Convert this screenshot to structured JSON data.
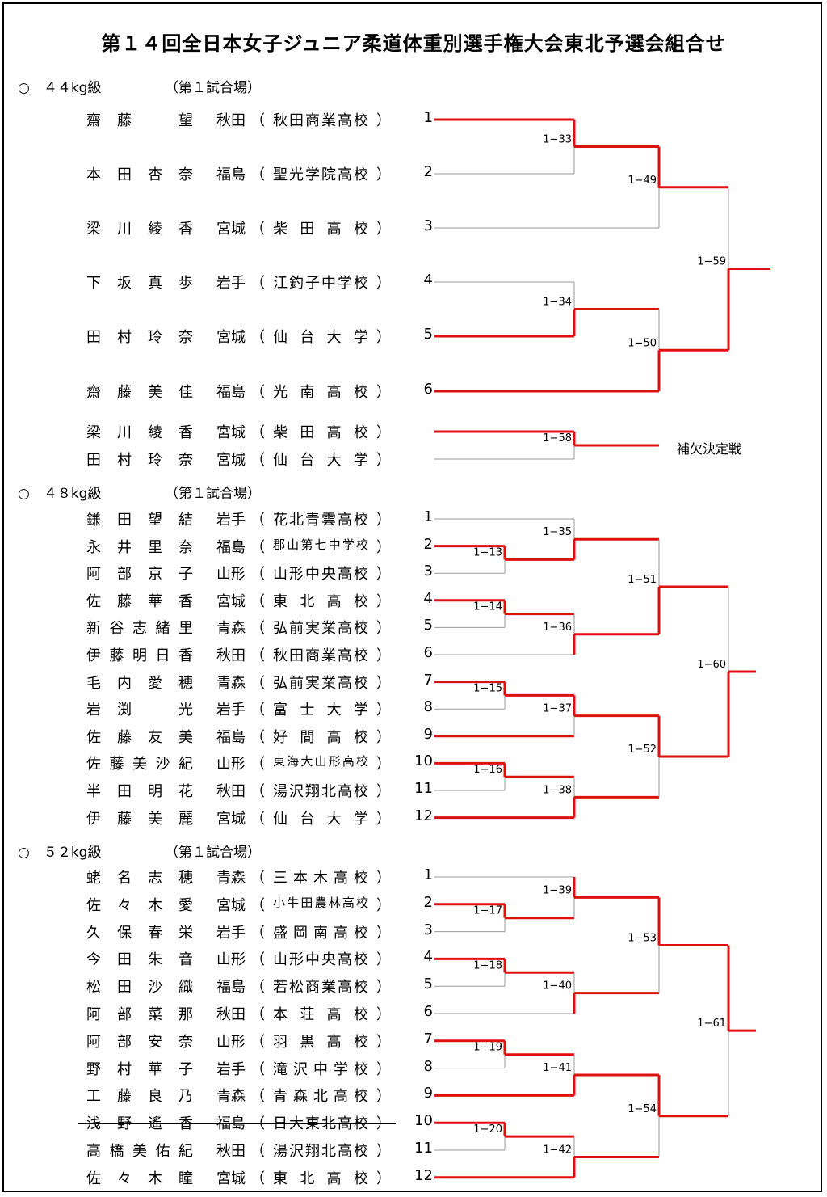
{
  "title": "第１４回全日本女子ジュニア柔道体重別選手権大会東北予選会組合せ",
  "sections": [
    {
      "label": "○　４４kg級",
      "venue": "（第１試合場）",
      "entries": [
        {
          "name": "齋藤望",
          "pref": "秋田",
          "school": "秋田商業高校",
          "no": "1"
        },
        {
          "name": "本田杏奈",
          "pref": "福島",
          "school": "聖光学院高校",
          "no": "2"
        },
        {
          "name": "梁川綾香",
          "pref": "宮城",
          "school": "柴田高校",
          "no": "3"
        },
        {
          "name": "下坂真歩",
          "pref": "岩手",
          "school": "江釣子中学校",
          "no": "4"
        },
        {
          "name": "田村玲奈",
          "pref": "宮城",
          "school": "仙台大学",
          "no": "5"
        },
        {
          "name": "齋藤美佳",
          "pref": "福島",
          "school": "光南高校",
          "no": "6"
        }
      ],
      "repechage": {
        "entries": [
          {
            "name": "梁川綾香",
            "pref": "宮城",
            "school": "柴田高校"
          },
          {
            "name": "田村玲奈",
            "pref": "宮城",
            "school": "仙台大学"
          }
        ],
        "match": "1−58",
        "label": "補欠決定戦"
      },
      "matches": [
        "1−33",
        "1−49",
        "1−59",
        "1−34",
        "1−50"
      ]
    },
    {
      "label": "○　４８kg級",
      "venue": "（第１試合場）",
      "entries": [
        {
          "name": "鎌田望結",
          "pref": "岩手",
          "school": "花北青雲高校",
          "no": "1"
        },
        {
          "name": "永井里奈",
          "pref": "福島",
          "school": "郡山第七中学校",
          "no": "2"
        },
        {
          "name": "阿部京子",
          "pref": "山形",
          "school": "山形中央高校",
          "no": "3"
        },
        {
          "name": "佐藤華香",
          "pref": "宮城",
          "school": "東北高校",
          "no": "4"
        },
        {
          "name": "新谷志緒里",
          "pref": "青森",
          "school": "弘前実業高校",
          "no": "5"
        },
        {
          "name": "伊藤明日香",
          "pref": "秋田",
          "school": "秋田商業高校",
          "no": "6"
        },
        {
          "name": "毛内愛穂",
          "pref": "青森",
          "school": "弘前実業高校",
          "no": "7"
        },
        {
          "name": "岩渕光",
          "pref": "岩手",
          "school": "富士大学",
          "no": "8"
        },
        {
          "name": "佐藤友美",
          "pref": "福島",
          "school": "好間高校",
          "no": "9"
        },
        {
          "name": "佐藤美沙紀",
          "pref": "山形",
          "school": "東海大山形高校",
          "no": "10"
        },
        {
          "name": "半田明花",
          "pref": "秋田",
          "school": "湯沢翔北高校",
          "no": "11"
        },
        {
          "name": "伊藤美麗",
          "pref": "宮城",
          "school": "仙台大学",
          "no": "12"
        }
      ],
      "matches": [
        "1−13",
        "1−35",
        "1−14",
        "1−36",
        "1−51",
        "1−60",
        "1−15",
        "1−37",
        "1−52",
        "1−16",
        "1−38"
      ]
    },
    {
      "label": "○　５２kg級",
      "venue": "（第１試合場）",
      "entries": [
        {
          "name": "蛯名志穂",
          "pref": "青森",
          "school": "三本木高校",
          "no": "1"
        },
        {
          "name": "佐々木愛",
          "pref": "宮城",
          "school": "小牛田農林高校",
          "no": "2"
        },
        {
          "name": "久保春栄",
          "pref": "岩手",
          "school": "盛岡南高校",
          "no": "3"
        },
        {
          "name": "今田朱音",
          "pref": "山形",
          "school": "山形中央高校",
          "no": "4"
        },
        {
          "name": "松田沙織",
          "pref": "福島",
          "school": "若松商業高校",
          "no": "5"
        },
        {
          "name": "阿部菜那",
          "pref": "秋田",
          "school": "本荘高校",
          "no": "6"
        },
        {
          "name": "阿部安奈",
          "pref": "山形",
          "school": "羽黒高校",
          "no": "7"
        },
        {
          "name": "野村華子",
          "pref": "岩手",
          "school": "滝沢中学校",
          "no": "8"
        },
        {
          "name": "工藤良乃",
          "pref": "青森",
          "school": "青森北高校",
          "no": "9"
        },
        {
          "name": "浅野遙香",
          "pref": "福島",
          "school": "日大東北高校",
          "no": "10",
          "withdrawn": true
        },
        {
          "name": "高橋美佑紀",
          "pref": "秋田",
          "school": "湯沢翔北高校",
          "no": "11"
        },
        {
          "name": "佐々木瞳",
          "pref": "宮城",
          "school": "東北高校",
          "no": "12"
        }
      ],
      "matches": [
        "1−17",
        "1−39",
        "1−18",
        "1−40",
        "1−53",
        "1−61",
        "1−19",
        "1−41",
        "1−54",
        "1−20",
        "1−42"
      ]
    }
  ]
}
